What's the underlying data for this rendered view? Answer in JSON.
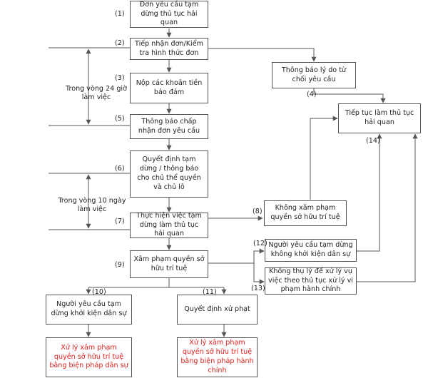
{
  "nodes": {
    "n1": "Đơn yêu cầu tạm dừng thủ tục hải quan",
    "n2": "Tiếp nhận đơn/Kiểm tra hình thức đơn",
    "n3": "Nộp các khoản tiền bảo đảm",
    "n4": "Thông báo lý do từ chối yêu cầu",
    "n5": "Thông báo chấp nhận đơn yêu cầu",
    "n_continue": "Tiếp tục làm thủ tục hải quan",
    "n6": "Quyết định tạm dừng / thông báo cho chủ thể quyền và chủ lô",
    "n7": "Thực hiện việc tạm dừng làm thủ tục hải quan",
    "n8": "Không xâm phạm quyền sở hữu trí tuệ",
    "n9": "Xâm phạm quyền sở hữu trí tuệ",
    "n12": "Người yêu cầu tạm dừng không khởi kiện dân sự",
    "n13": "Không thụ lý để xử lý vụ việc theo thủ tục xử lý vi phạm hành chính",
    "n10": "Người yêu cầu tạm dừng khởi kiện dân sự",
    "n11": "Quyết định xử phạt",
    "n_civil": "Xử lý xâm phạm quyền sở hữu trí tuệ bằng biện pháp dân sự",
    "n_admin": "Xử lý xâm phạm quyền sở hữu trí tuệ bằng biện pháp hành chính"
  },
  "numbers": {
    "l1": "(1)",
    "l2": "(2)",
    "l3": "(3)",
    "l4": "(4)",
    "l5": "(5)",
    "l6": "(6)",
    "l7": "(7)",
    "l8": "(8)",
    "l9": "(9)",
    "l10": "(10)",
    "l11": "(11)",
    "l12": "(12)",
    "l13": "(13)",
    "l14": "(14)"
  },
  "notes": {
    "within_24h": "Trong vòng 24 giờ làm việc",
    "within_10d": "Trong vòng 10 ngày làm việc"
  },
  "colors": {
    "line": "#555555",
    "text": "#222222",
    "outcome_text": "#e0201c"
  }
}
